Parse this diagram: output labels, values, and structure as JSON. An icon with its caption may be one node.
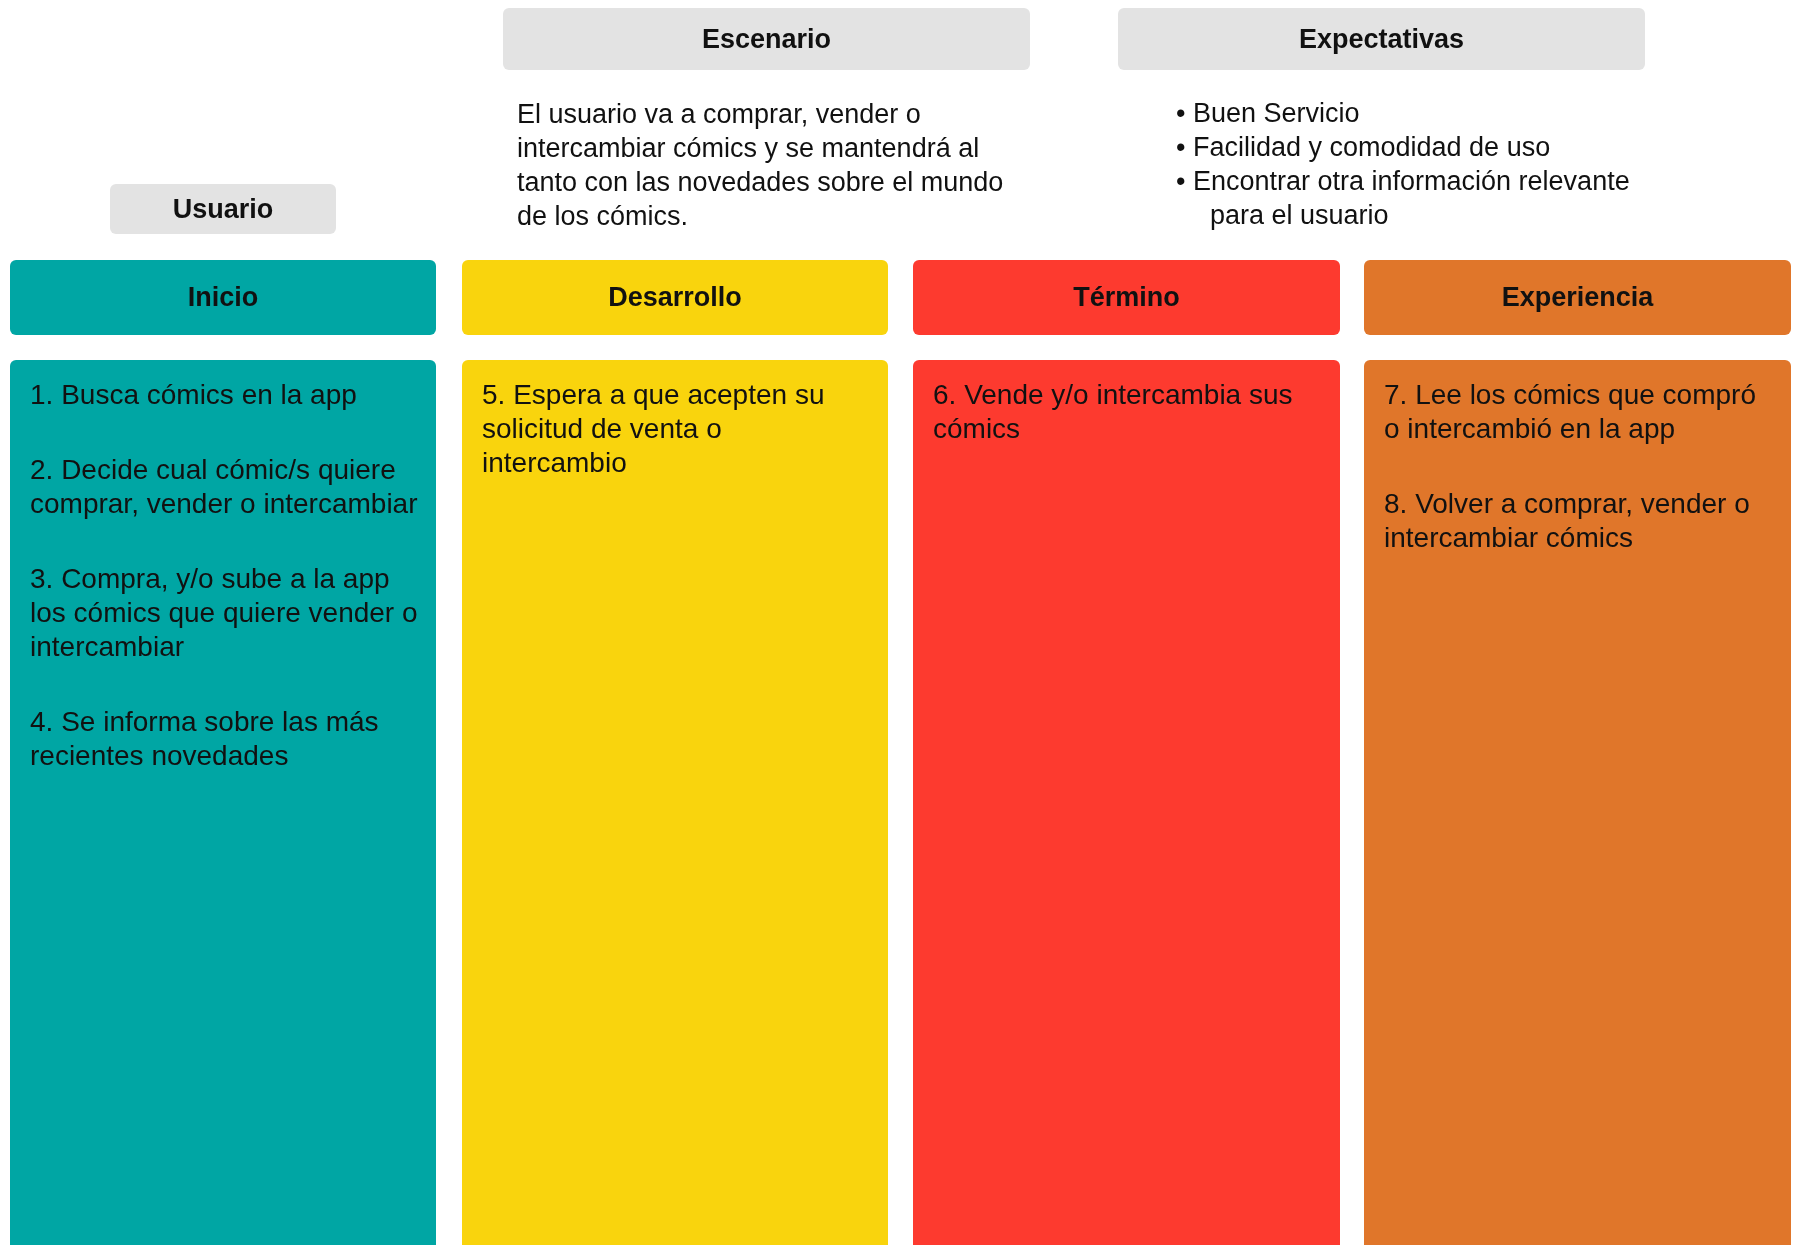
{
  "diagram": {
    "nodes": [
      {
        "text": [
          "Escenario"
        ],
        "beside": [
          "El usuario va a comprar, vender o intercambiar cómics y se mantendrá al tanto con las novedades sobre el mundo de los cómics."
        ]
      },
      {
        "text": [
          "Expectativas"
        ],
        "beside": [
          "• Buen Servicio",
          "• Facilidad y comodidad de uso",
          "• Encontrar otra información relevante para el usuario"
        ]
      },
      {
        "text": [
          "Usuario"
        ]
      },
      {
        "text": [
          "Inicio"
        ]
      },
      {
        "text": [
          "Desarrollo"
        ]
      },
      {
        "text": [
          "Término"
        ]
      },
      {
        "text": [
          "Experiencia"
        ]
      },
      {
        "text": [
          "1. Busca cómics en la app",
          "2. Decide cual cómic/s quiere comprar, vender o intercambiar",
          "3. Compra, y/o sube a la app los cómics que quiere vender o intercambiar",
          "4. Se informa sobre las más recientes novedades"
        ]
      },
      {
        "text": [
          "5. Espera a que acepten su solicitud de venta o intercambio"
        ]
      },
      {
        "text": [
          "6. Vende y/o intercambia sus cómics"
        ]
      },
      {
        "text": [
          "7. Lee los cómics que compró o intercambió en la app",
          "8. Volver a comprar, vender o intercambiar cómics"
        ]
      }
    ]
  }
}
